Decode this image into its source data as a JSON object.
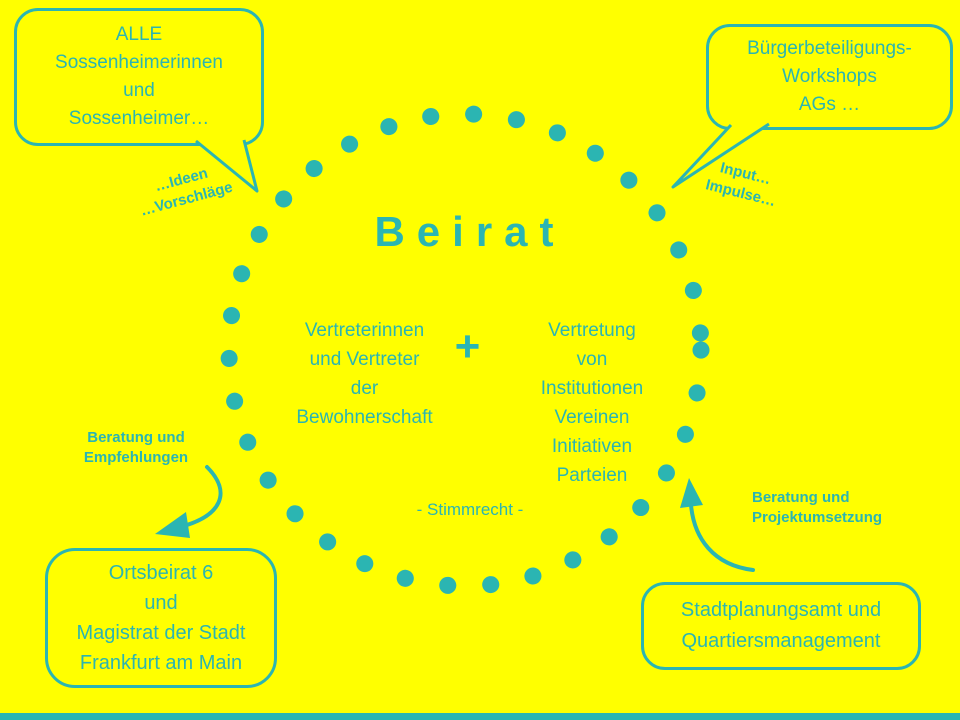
{
  "colors": {
    "background": "#FFFF00",
    "accent": "#2BB5B2"
  },
  "title": "Beirat",
  "center": {
    "left_block": "Vertreterinnen\nund Vertreter\nder\nBewohnerschaft",
    "plus": "+",
    "right_block": "Vertretung\nvon\nInstitutionen\nVereinen\nInitiativen\nParteien",
    "voting_note": "- Stimmrecht -"
  },
  "bubbles": {
    "top_left": "ALLE\nSossenheimerinnen\nund\nSossenheimer…",
    "top_right": "Bürgerbeteiligungs-\nWorkshops\nAGs …",
    "bottom_left": "Ortsbeirat 6\nund\nMagistrat der Stadt\nFrankfurt am Main",
    "bottom_right": "Stadtplanungsamt und\nQuartiersmanagement"
  },
  "labels": {
    "ideas": "…Ideen\n…Vorschläge",
    "input": "Input…\nImpulse…",
    "advice_left": "Beratung und\nEmpfehlungen",
    "advice_right": "Beratung und\nProjektumsetzung"
  }
}
